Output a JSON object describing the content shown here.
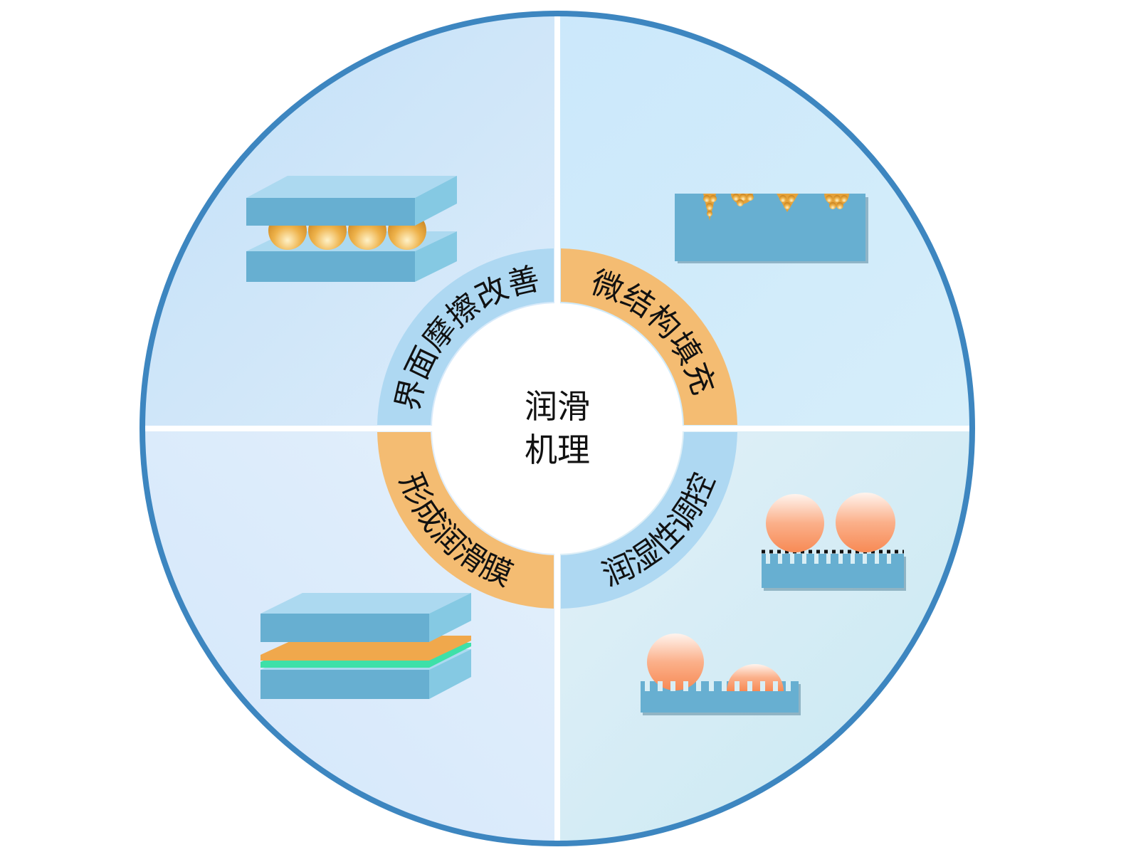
{
  "center": {
    "line1": "润滑",
    "line2": "机理"
  },
  "segments": [
    {
      "label": "界面摩擦改善",
      "color": "#aed8f2"
    },
    {
      "label": "微结构填充",
      "color": "#f4bc72"
    },
    {
      "label": "润湿性调控",
      "color": "#aed8f2"
    },
    {
      "label": "形成润滑膜",
      "color": "#f4bc72"
    }
  ],
  "colors": {
    "border": "#3d86c0",
    "slab": "#67afd1",
    "slab_top": "#acd9f0",
    "particle": "#e5a23a",
    "droplet": "#f99a6a"
  }
}
